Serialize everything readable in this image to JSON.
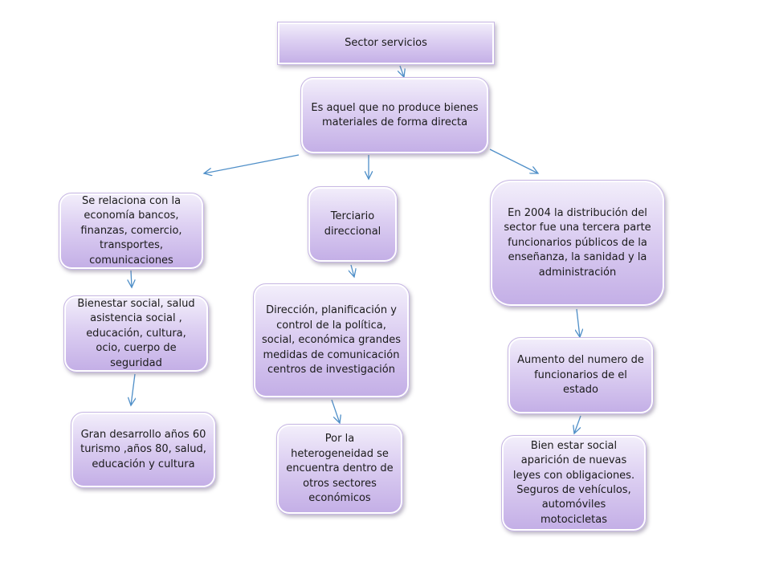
{
  "title": "Sector servicios",
  "definition": "Es aquel que no produce bienes materiales de forma directa",
  "left_column": {
    "box1": "Se relaciona con la economía bancos, finanzas, comercio, transportes, comunicaciones",
    "box2": "Bienestar social, salud asistencia social , educación, cultura, ocio, cuerpo de seguridad",
    "box3": "Gran desarrollo años 60 turismo ,años 80, salud, educación y cultura"
  },
  "center_column": {
    "box1": "Terciario direccional",
    "box2": "Dirección, planificación y control de la política, social, económica grandes medidas de comunicación centros de investigación",
    "box3": "Por la heterogeneidad se encuentra dentro de otros sectores económicos"
  },
  "right_column": {
    "box1": "En 2004 la distribución del sector fue una tercera parte funcionarios públicos de la enseñanza, la sanidad y la administración",
    "box2": "Aumento del numero de funcionarios de el estado",
    "box3": "Bien estar social aparición de nuevas leyes con obligaciones. Seguros de vehículos, automóviles motocicletas"
  },
  "colors": {
    "box_fill_top": "#f3effb",
    "box_fill_bottom": "#c3aee6",
    "box_border": "#c7b7e4",
    "connector": "#4f8fc8"
  }
}
